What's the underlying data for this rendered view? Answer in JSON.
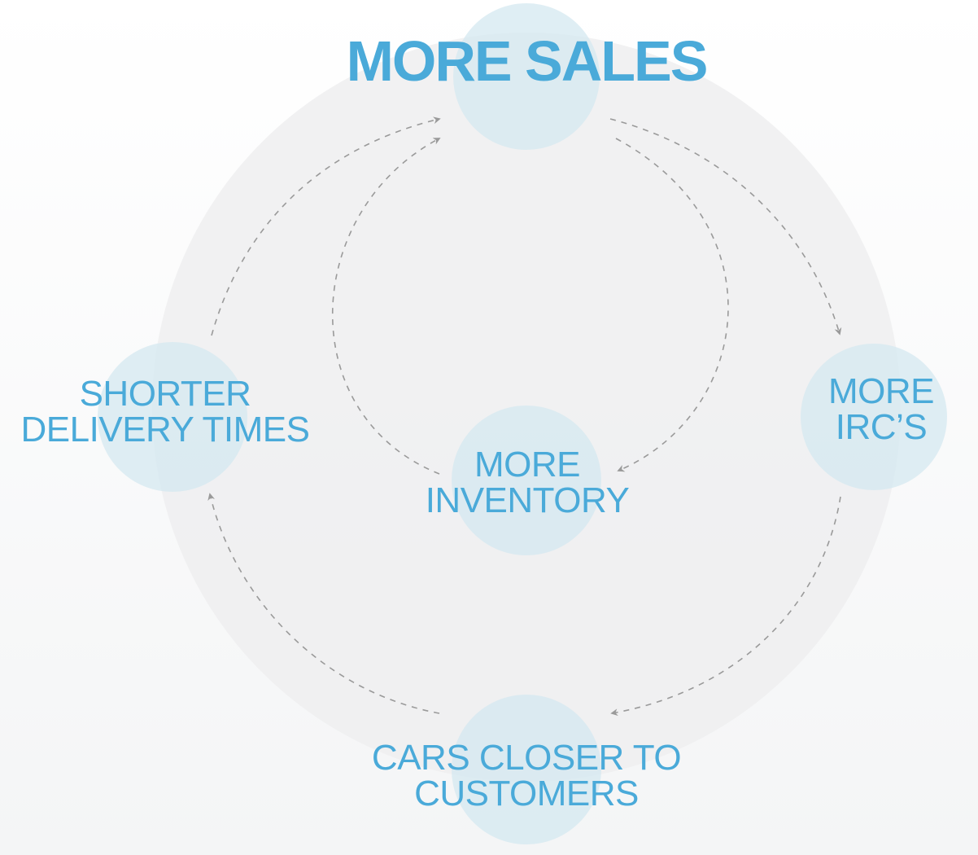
{
  "diagram": {
    "nodes": {
      "top": {
        "lines": [
          "MORE SALES"
        ]
      },
      "left": {
        "lines": [
          "SHORTER",
          "DELIVERY TIMES"
        ]
      },
      "right": {
        "lines": [
          "MORE",
          "IRC’S"
        ]
      },
      "center": {
        "lines": [
          "MORE",
          "INVENTORY"
        ]
      },
      "bottom": {
        "lines": [
          "CARS CLOSER TO",
          "CUSTOMERS"
        ]
      }
    },
    "edges": [
      {
        "from": "top",
        "to": "right"
      },
      {
        "from": "right",
        "to": "bottom"
      },
      {
        "from": "bottom",
        "to": "left"
      },
      {
        "from": "left",
        "to": "top"
      },
      {
        "from": "top",
        "to": "center"
      },
      {
        "from": "center",
        "to": "top"
      }
    ],
    "colors": {
      "label": "#4aaad9",
      "node_fill": "#d4e8f0",
      "big_circle": "#eeeff0",
      "arrow": "#9a9a9a"
    }
  }
}
